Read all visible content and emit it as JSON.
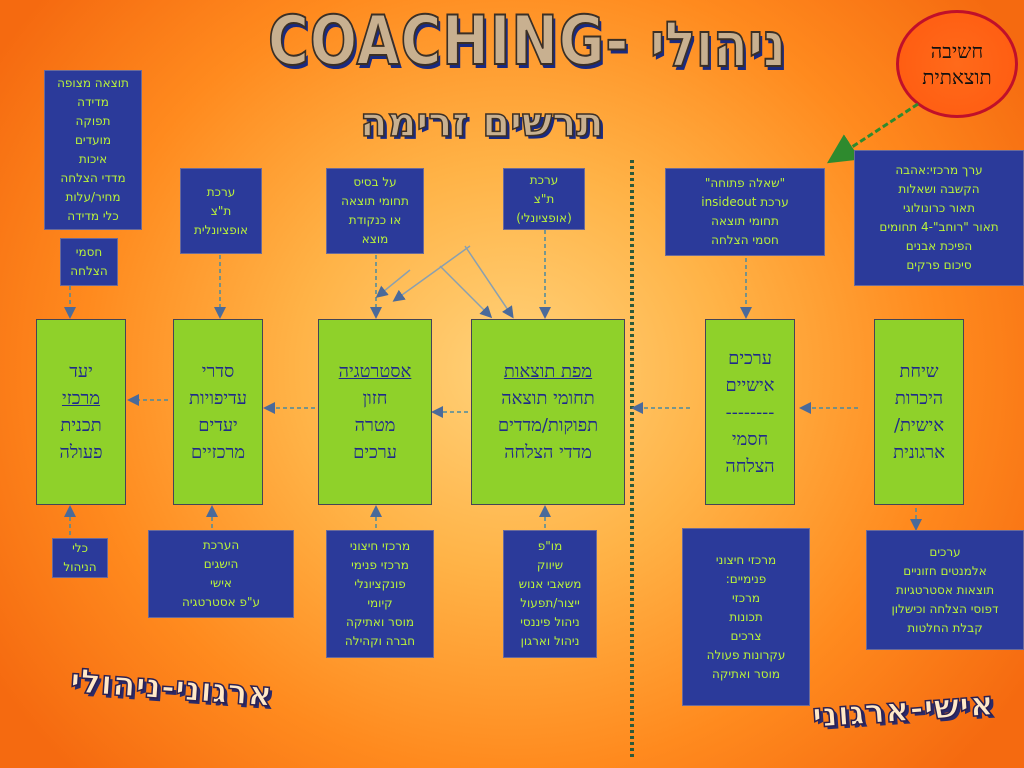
{
  "header": {
    "title_en": "COACHING-",
    "title_he": "ניהולי",
    "subtitle": "תרשים זרימה"
  },
  "circle_note": {
    "text": "חשיבה\nתוצאתית"
  },
  "corners": {
    "left": "ארגוני-ניהולי",
    "right": "אישי-ארגוני"
  },
  "top_boxes": {
    "measurable": "תוצאה מצופה\nמדידה\nתפוקה\nמועדים\nאיכות\nמדדי הצלחה\nמחיר/עלות\nכלי מדידה",
    "success_barriers": "חסמי\nהצלחה",
    "assessment_optional_1": "ערכת\nת\"צ\nאופציונלית",
    "based_on": "על בסיס\nתחומי תוצאה\nאו כנקודת\nמוצא",
    "assessment_optional_2": "ערכת\nת\"צ\n(אופציונלי)",
    "open_question": "\"שאלה פתוחה\"\nערכת  insideout\nתחומי תוצאה\nחסמי הצלחה",
    "core_value": "ערך מרכזי:אהבה\nהקשבה ושאלות\nתאור כרונולוגי\nתאור \"רוחב\"-4 תחומים\nהפיכת אבנים\nסיכום פרקים"
  },
  "main_boxes": {
    "goal": {
      "line1": "יעד",
      "line2": "מרכזי",
      "line3": "תכנית",
      "line4": "פעולה"
    },
    "priorities": {
      "line1": "סדרי",
      "line2": "עדיפויות",
      "line3": "יעדים",
      "line4": "מרכזיים"
    },
    "strategy": {
      "line1": "אסטרטגיה",
      "line2": "חזון",
      "line3": "מטרה",
      "line4": "ערכים"
    },
    "results_map": {
      "line1": "מפת תוצאות",
      "line2": "תחומי תוצאה",
      "line3": "תפוקות/מדדים",
      "line4": "מדדי הצלחה"
    },
    "personal_values": {
      "line1": "ערכים",
      "line2": "אישיים",
      "line3": "--------",
      "line4": "חסמי",
      "line5": "הצלחה"
    },
    "acquaintance": {
      "line1": "שיחת",
      "line2": "היכרות",
      "line3": "אישית/",
      "line4": "ארגונית"
    }
  },
  "bottom_boxes": {
    "management_tools": "כלי\nהניהול",
    "achievement_assessment": "הערכת\nהישגים\nאישי\nע\"פ אסטרטגיה",
    "focal_points": "מרכזי חיצוני\nמרכזי פנימי\nפונקציונלי\nקיומי\nמוסר ואתיקה\nחברה וקהילה",
    "rnd": "מו\"פ\nשיווק\nמשאבי אנוש\nייצור/תפעול\nניהול פיננסי\nניהול וארגון",
    "external_internal": "מרכזי חיצוני\nפנימיים:\nמרכזי\nתכונות\nצרכים\nעקרונות פעולה\nמוסר ואתיקה",
    "values_elements": "ערכים\nאלמנטים חזוניים\nתוצאות אסטרטגיות\nדפוסי הצלחה וכישלון\nקבלת החלטות"
  },
  "colors": {
    "box_navy": "#2b3a9a",
    "box_green": "#8fd12a",
    "text_lime": "#b9f23a",
    "text_blue": "#1f2a8a",
    "circle_border": "#c0102a",
    "divider": "#2d5a3a"
  }
}
